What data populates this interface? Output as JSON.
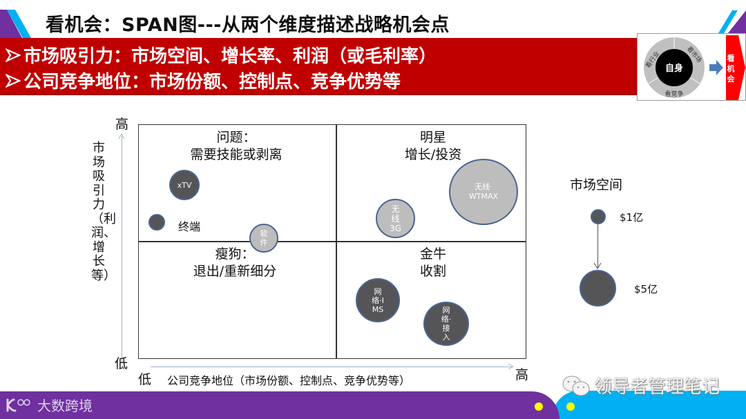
{
  "slide": {
    "title": "看机会：SPAN图---从两个维度描述战略机会点",
    "bullets": [
      "市场吸引力：市场空间、增长率、利润（或毛利率）",
      "公司竞争地位：市场份额、控制点、竞争优势等"
    ]
  },
  "mini_diagram": {
    "center": "自身",
    "segments": [
      "看行业",
      "看市场",
      "看竞争"
    ],
    "target": "看机会",
    "colors": {
      "ring": "#c0c0c0",
      "center": "#000000",
      "arrow": "#4a7ebb",
      "target": "#ff0000"
    }
  },
  "span_chart": {
    "y_axis": {
      "label": "市场吸引力（利润、增长等）",
      "high": "高",
      "low": "低"
    },
    "x_axis": {
      "label": "公司竞争地位（市场份额、控制点、竞争优势等）",
      "high": "高",
      "low": "低"
    },
    "quadrants": {
      "top_left": {
        "name": "问题：",
        "action": "需要技能或剥离"
      },
      "top_right": {
        "name": "明星",
        "action": "增长/投资"
      },
      "bottom_left": {
        "name": "瘦狗：",
        "action": "退出/重新细分"
      },
      "bottom_right": {
        "name": "金牛",
        "action": "收割"
      }
    },
    "bubbles": [
      {
        "label": "xTV",
        "style": "dark"
      },
      {
        "label": "终端",
        "style": "dark"
      },
      {
        "label": "软件",
        "style": "light"
      },
      {
        "label": "无线3G",
        "style": "light"
      },
      {
        "label": "无线WTMAX",
        "style": "light"
      },
      {
        "label": "网络IMS",
        "style": "dark"
      },
      {
        "label": "网络接入",
        "style": "dark"
      }
    ],
    "bubble_text": {
      "xtv": "xTV",
      "terminal": "终端",
      "software_1": "软",
      "software_2": "件",
      "wireless3g_1": "无",
      "wireless3g_2": "线",
      "wireless3g_3": "3G",
      "wtmax_1": "无线·",
      "wtmax_2": "WTMAX",
      "ims_1": "网",
      "ims_2": "络·I",
      "ims_3": "MS",
      "access_1": "网",
      "access_2": "络·",
      "access_3": "接",
      "access_4": "入"
    },
    "colors": {
      "dark_bubble": "#555558",
      "light_bubble": "#bdbdbd",
      "bubble_border": "#4a6590",
      "axis": "#9fb3cf"
    }
  },
  "legend": {
    "title": "市场空间",
    "small": "$1亿",
    "large": "$5亿"
  },
  "footer": {
    "brand": "大数跨境",
    "watermark": "领导者管理笔记",
    "colors": {
      "purple": "#7030a0",
      "blue": "#00b0f0",
      "dot": "#ffff00"
    }
  }
}
